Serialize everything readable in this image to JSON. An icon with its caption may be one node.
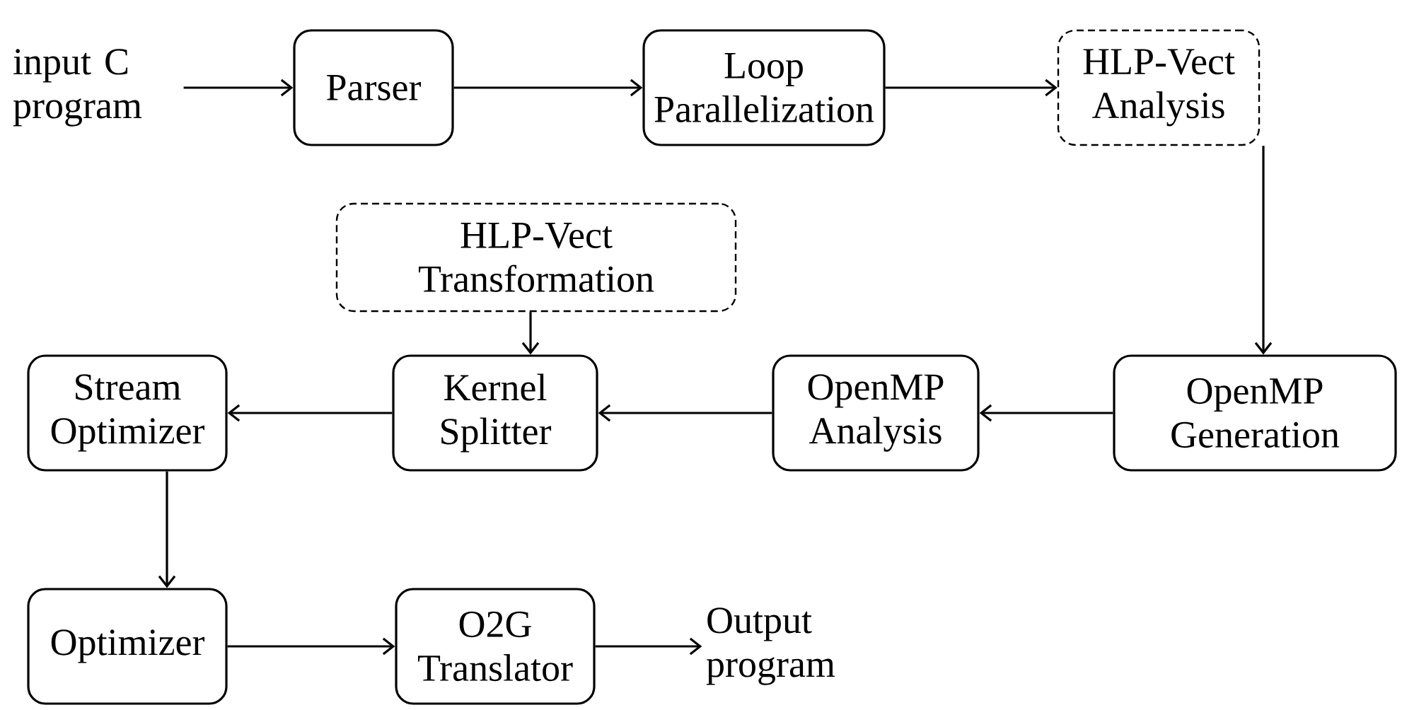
{
  "diagram": {
    "nodes": [
      {
        "text": [
          "input C program"
        ]
      },
      {
        "text": [
          "Parser"
        ]
      },
      {
        "text": [
          "Loop Parallelization"
        ]
      },
      {
        "text": [
          "HLP-Vect Analysis"
        ]
      },
      {
        "text": [
          "HLP-Vect Transformation"
        ]
      },
      {
        "text": [
          "Stream Optimizer"
        ]
      },
      {
        "text": [
          "Kernel Splitter"
        ]
      },
      {
        "text": [
          "OpenMP Analysis"
        ]
      },
      {
        "text": [
          "OpenMP Generation"
        ]
      },
      {
        "text": [
          "Optimizer"
        ]
      },
      {
        "text": [
          "O2G Translator"
        ]
      },
      {
        "text": [
          "Output program"
        ]
      }
    ],
    "edges": [
      {
        "from": 0,
        "to": 1,
        "arrow": "to"
      },
      {
        "from": 1,
        "to": 2,
        "arrow": "to"
      },
      {
        "from": 2,
        "to": 3,
        "arrow": "to"
      },
      {
        "from": 3,
        "to": 8,
        "arrow": "to"
      },
      {
        "from": 8,
        "to": 7,
        "arrow": "to"
      },
      {
        "from": 7,
        "to": 6,
        "arrow": "to"
      },
      {
        "from": 6,
        "to": 5,
        "arrow": "to"
      },
      {
        "from": 4,
        "to": 6,
        "arrow": "to"
      },
      {
        "from": 5,
        "to": 9,
        "arrow": "to"
      },
      {
        "from": 9,
        "to": 10,
        "arrow": "to"
      },
      {
        "from": 10,
        "to": 11,
        "arrow": "to"
      }
    ]
  }
}
